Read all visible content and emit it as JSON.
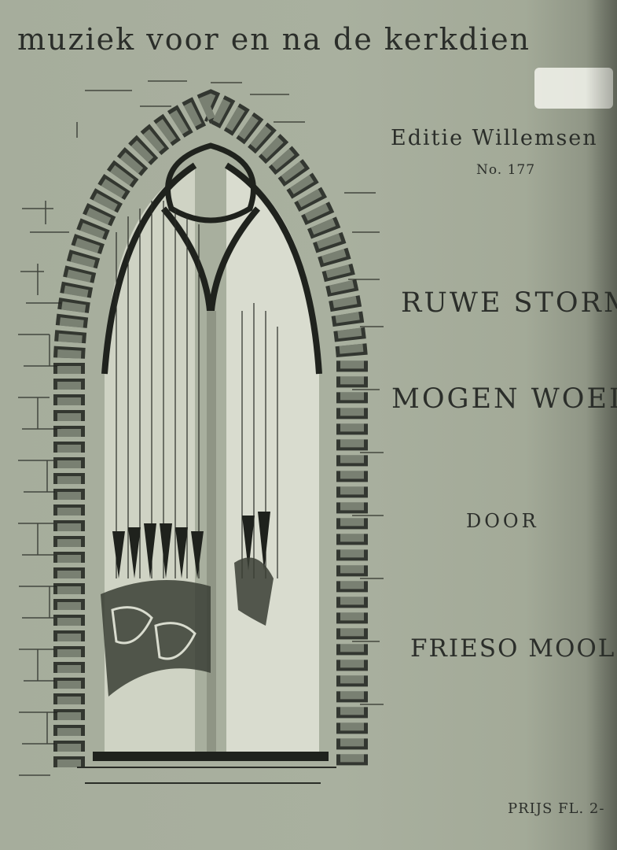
{
  "cover": {
    "series_title": "muziek voor en na de kerkdien",
    "edition": "Editie Willemsen",
    "number": "No. 177",
    "title_line1": "RUWE STORM",
    "title_line2": "MOGEN WOED",
    "by": "DOOR",
    "composer": "FRIESO MOOLENA",
    "price": "PRIJS FL. 2-"
  },
  "illustration": {
    "subject": "gothic-arch-window-with-organ-pipes-icon",
    "colors": {
      "ink": "#1f221d",
      "paper": "#a9b09f",
      "window_light": "#d9dccf"
    }
  }
}
